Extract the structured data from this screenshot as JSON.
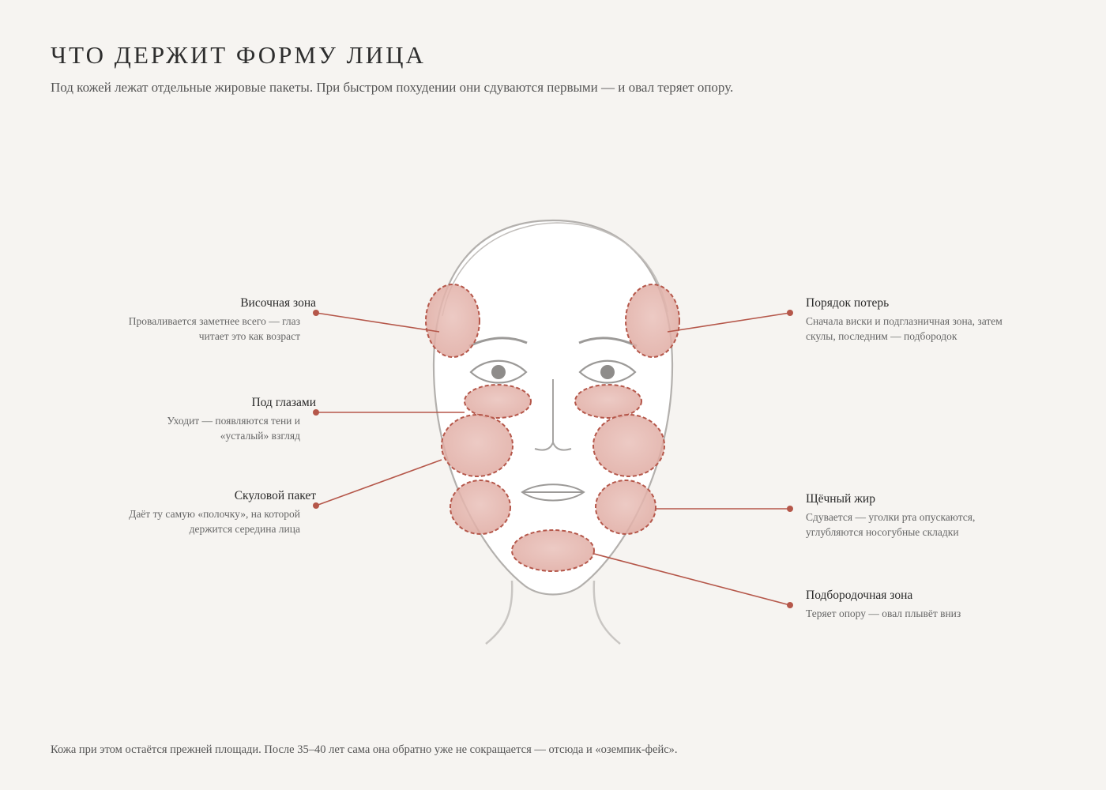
{
  "header": {
    "title": "ЧТО ДЕРЖИТ ФОРМУ ЛИЦА",
    "subtitle": "Под кожей лежат отдельные жировые пакеты. При быстром похудении они сдуваются первыми — и овал теряет опору."
  },
  "labels": {
    "temple": {
      "title": "Височная зона",
      "desc": "Проваливается заметнее всего — глаз читает это как возраст"
    },
    "under_eyes": {
      "title": "Под глазами",
      "desc": "Уходит — появляются тени и «усталый» взгляд"
    },
    "cheekbone": {
      "title": "Скуловой пакет",
      "desc": "Даёт ту самую «полочку», на которой держится середина лица"
    },
    "loss_order": {
      "title": "Порядок потерь",
      "desc": "Сначала виски и подглазничная зона, затем скулы, последним — подбородок"
    },
    "cheek_fat": {
      "title": "Щёчный жир",
      "desc": "Сдувается — уголки рта опускаются, углубляются носогубные складки"
    },
    "chin": {
      "title": "Подбородочная зона",
      "desc": "Теряет опору — овал плывёт вниз"
    }
  },
  "footer": {
    "note": "Кожа при этом остаётся прежней площади. После 35–40 лет сама она обратно уже не сокращается — отсюда и «оземпик-фейс»."
  },
  "colors": {
    "background": "#f6f4f1",
    "accent": "#b5574a",
    "fat_fill": "#e3b3ab",
    "outline": "#a9a6a3"
  }
}
